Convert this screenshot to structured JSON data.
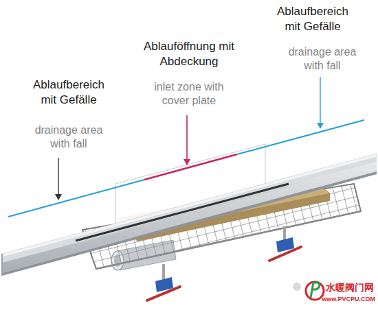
{
  "diagram": {
    "labels": [
      "Ablaufbereich mit Gefälle",
      "drainage area with fall",
      "Ablauföffnung mit Abdeckung",
      "inlet zone with cover plate",
      "Ablaufbereich mit Gefälle",
      "drainage area with fall",
      "水暖阀门网",
      "www.PVCPU.COM"
    ]
  }
}
